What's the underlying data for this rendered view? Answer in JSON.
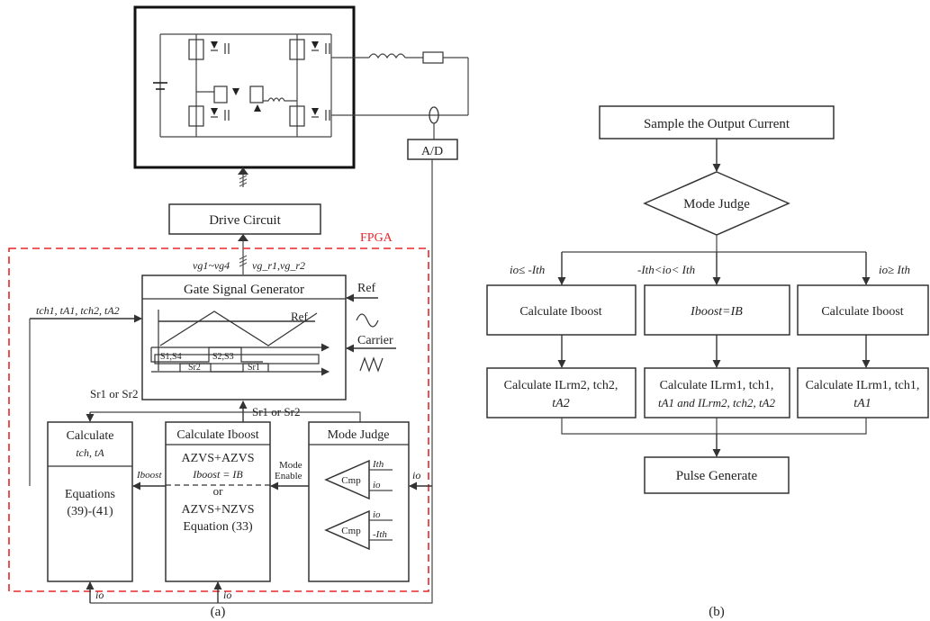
{
  "panel_a": {
    "ad_label": "A/D",
    "drive_circuit": "Drive Circuit",
    "fpga_label": "FPGA",
    "gate_signals_left": "vg1~vg4",
    "gate_signals_right": "vg_r1,vg_r2",
    "gate_signal_generator": "Gate Signal Generator",
    "ref_label": "Ref",
    "ref_inner": "Ref",
    "carrier_label": "Carrier",
    "pulse_s1s4": "S1,S4",
    "pulse_s2s3": "S2,S3",
    "pulse_sr2": "Sr2",
    "pulse_sr1": "Sr1",
    "feedback_times": "tch1, tA1, tch2, tA2",
    "sr_label_left": "Sr1 or Sr2",
    "sr_label_right": "Sr1 or Sr2",
    "calc_t_title": "Calculate",
    "calc_t_sub": "tch, tA",
    "calc_t_eq1": "Equations",
    "calc_t_eq2": "(39)-(41)",
    "iboost_arrow": "Iboost",
    "calc_iboost_title": "Calculate Iboost",
    "azvs_azvs": "AZVS+AZVS",
    "iboost_eq_ib": "Iboost = IB",
    "or_label": "or",
    "azvs_nzvs": "AZVS+NZVS",
    "equation_33": "Equation (33)",
    "mode_enable_1": "Mode",
    "mode_enable_2": "Enable",
    "mode_judge": "Mode Judge",
    "cmp1": "Cmp",
    "cmp2": "Cmp",
    "cmp1_in1": "Ith",
    "cmp1_in2": "io",
    "cmp2_in1": "io",
    "cmp2_in2": "-Ith",
    "io_input": "io",
    "io_bottom_1": "io",
    "io_bottom_2": "io",
    "caption": "(a)"
  },
  "panel_b": {
    "sample": "Sample the Output Current",
    "mode_judge": "Mode Judge",
    "cond_left": "io≤ -Ith",
    "cond_mid": "-Ith<io< Ith",
    "cond_right": "io≥ Ith",
    "calc_left": "Calculate Iboost",
    "calc_mid": "Iboost=IB",
    "calc_right": "Calculate Iboost",
    "res_left_1": "Calculate ILrm2, tch2,",
    "res_left_2": "tA2",
    "res_mid_1": "Calculate ILrm1, tch1,",
    "res_mid_2": "tA1 and ILrm2, tch2, tA2",
    "res_right_1": "Calculate ILrm1, tch1,",
    "res_right_2": "tA1",
    "pulse": "Pulse Generate",
    "caption": "(b)"
  },
  "colors": {
    "fpga_border": "#e8262a",
    "line": "#333333"
  }
}
